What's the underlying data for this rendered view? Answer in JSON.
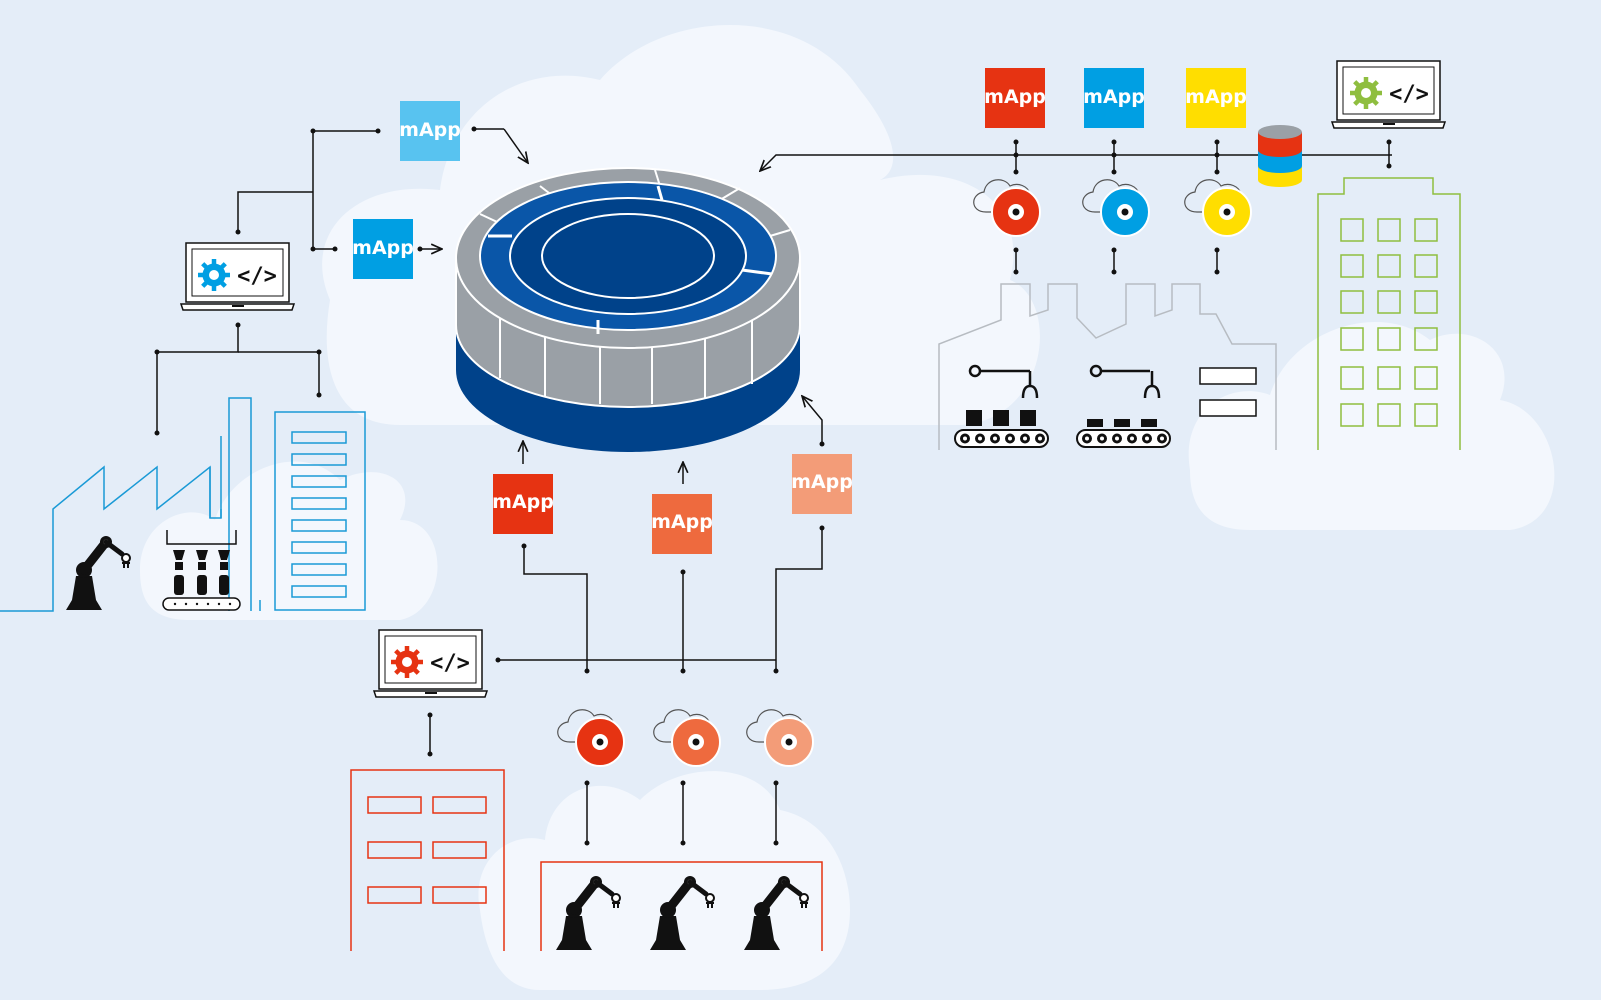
{
  "labels": {
    "mapp": "mApp",
    "code": "</>"
  },
  "colors": {
    "background": "#e4edf8",
    "cloud": "#f3f7fd",
    "platform_dark": "#00428a",
    "platform_mid": "#0a56a8",
    "platform_gray": "#9aa0a6",
    "line": "#111111",
    "blue": "#009fe3",
    "light_blue": "#58c3f0",
    "red": "#e63312",
    "orange": "#ee6a3e",
    "salmon": "#f39c78",
    "yellow": "#ffde00",
    "green": "#8fbe3f",
    "gray": "#b7bcc2"
  },
  "icons": [
    "platform-icon",
    "laptop-icon",
    "gear-icon",
    "factory-icon",
    "building-icon",
    "robot-arm-icon",
    "conveyor-icon",
    "cloud-service-icon",
    "database-icon"
  ],
  "groups": {
    "left": {
      "accent": "blue",
      "mapps": [
        "light_blue",
        "blue"
      ]
    },
    "bottom": {
      "accent": "red",
      "mapps": [
        "red",
        "orange",
        "salmon"
      ]
    },
    "right": {
      "accent": "green",
      "mapps": [
        "red",
        "blue",
        "yellow"
      ]
    }
  }
}
